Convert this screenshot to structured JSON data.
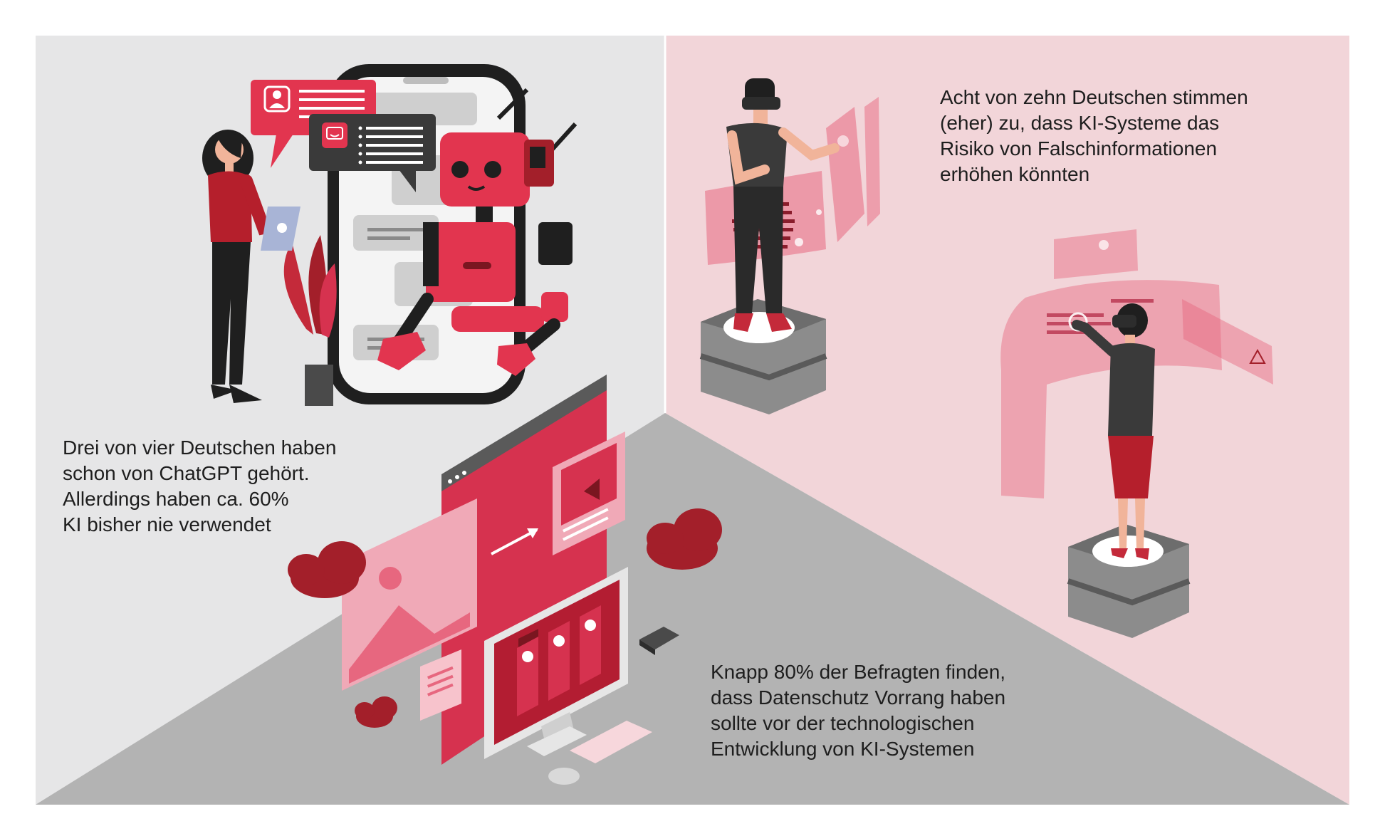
{
  "captions": {
    "left": {
      "lines": [
        "Drei von vier Deutschen haben",
        "schon von ChatGPT gehört.",
        "Allerdings haben ca. 60%",
        "KI bisher nie verwendet"
      ]
    },
    "right": {
      "lines": [
        "Acht von zehn Deutschen stimmen",
        "(eher) zu, dass KI-Systeme das",
        "Risiko von Falschinformationen",
        "erhöhen könnten"
      ]
    },
    "bottom": {
      "lines": [
        "Knapp 80% der Befragten finden,",
        "dass Datenschutz Vorrang haben",
        "sollte vor der technologischen",
        "Entwicklung von KI-Systemen"
      ]
    }
  },
  "colors": {
    "wall_left": "#e6e6e7",
    "wall_right": "#f2d5d9",
    "floor": "#b3b3b3",
    "accent_red": "#d6324f",
    "dark_red": "#a31f2a",
    "dark_gray": "#3a3a3a"
  },
  "icons": [
    "user-icon",
    "chat-smile-icon",
    "cloud-icon",
    "play-icon",
    "arrow-icon",
    "warning-icon"
  ]
}
